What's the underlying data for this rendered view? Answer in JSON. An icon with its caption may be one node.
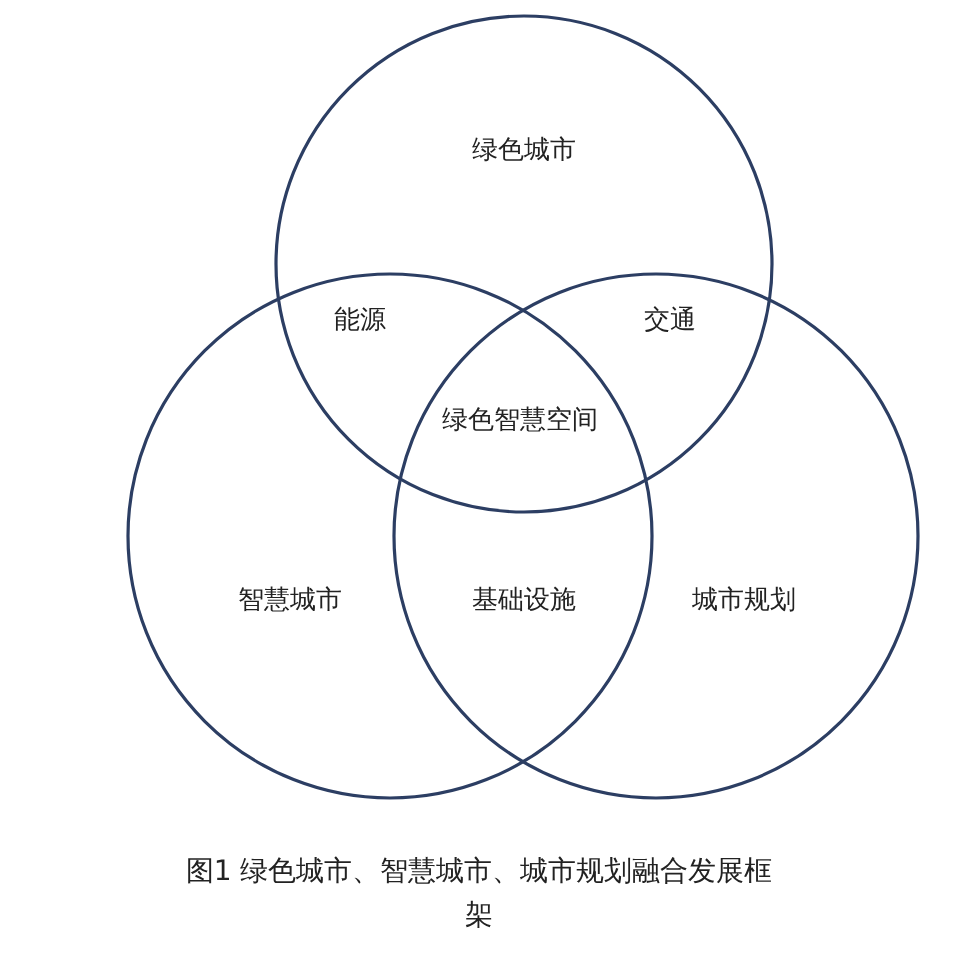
{
  "diagram": {
    "caption": "图1 绿色城市、智慧城市、城市规划融合发展框架",
    "nodes": [
      {
        "text": [
          "绿色城市"
        ]
      },
      {
        "text": [
          "智慧城市"
        ]
      },
      {
        "text": [
          "城市规划"
        ]
      }
    ],
    "labels": [
      "能源",
      "交通",
      "绿色智慧空间",
      "基础设施"
    ]
  }
}
